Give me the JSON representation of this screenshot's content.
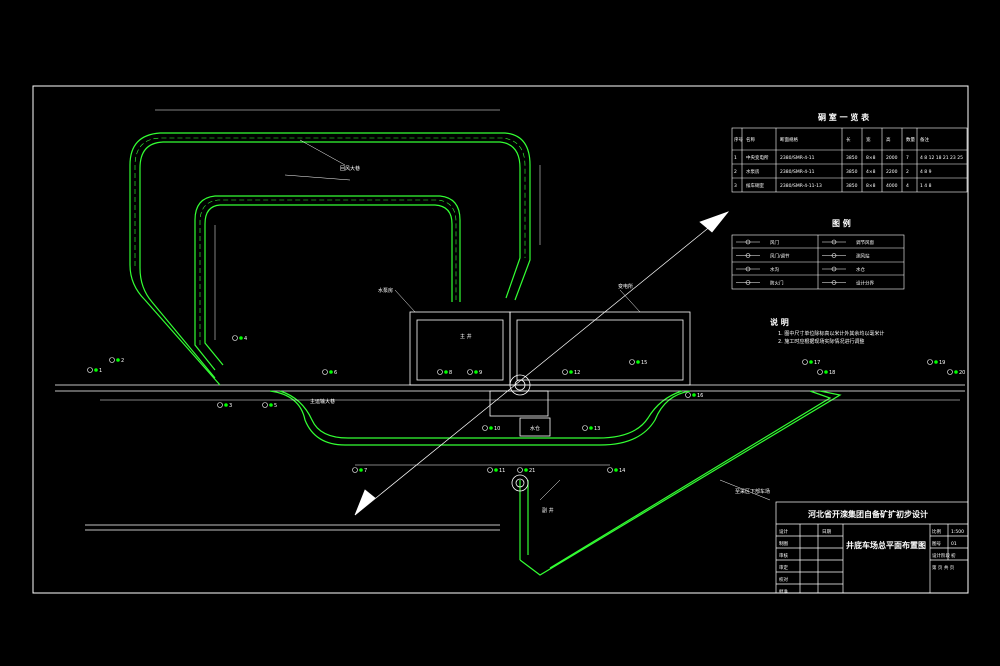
{
  "title_block": {
    "project": "河北省开滦集团自备矿扩初步设计",
    "drawing_title": "井底车场总平面布置图",
    "row_labels": [
      "设计",
      "制图",
      "审核",
      "审定",
      "校对",
      "批准"
    ],
    "col_date": "日期",
    "right_labels": [
      "比例",
      "图号",
      "设计阶段",
      "第 页 共 页"
    ],
    "right_values": [
      "1:500",
      "01",
      "初",
      ""
    ]
  },
  "roadway_table": {
    "title": "硐 室 一 览 表",
    "headers": [
      "序号",
      "名称",
      "断面规格",
      "长",
      "宽",
      "高",
      "数量",
      "备注"
    ],
    "rows": [
      [
        "1",
        "中央变电所",
        "2380/SMR-4-11",
        "3850",
        "8×8",
        "2000",
        "7",
        "4 8 12 18 21 23 25"
      ],
      [
        "2",
        "水泵房",
        "2380/SMR-4-11",
        "3850",
        "4×8",
        "2200",
        "2",
        "4 8 9"
      ],
      [
        "3",
        "候车硐室",
        "2380/SMR-4-11-13",
        "3850",
        "8×8",
        "4000",
        "4",
        "1 4 8"
      ]
    ]
  },
  "legend": {
    "title": "图 例",
    "items": [
      "风门",
      "调节风窗",
      "风门/调节",
      "测风站",
      "水沟",
      "水仓",
      "防火门",
      "设计分界"
    ]
  },
  "notes": {
    "title": "说 明",
    "lines": [
      "1. 图中尺寸单位除标高以米计外其余均以毫米计",
      "2. 施工时应根据现场实际情况进行调整"
    ]
  },
  "labels": {
    "main_shaft": "主 井",
    "aux_shaft": "副 井",
    "sump": "水仓",
    "pump_room": "水泵房",
    "substation": "变电所",
    "main_track": "主运输大巷",
    "return_airway": "回风大巷",
    "to_panel": "至采区下部车场"
  },
  "stations": [
    "1",
    "2",
    "3",
    "4",
    "5",
    "6",
    "7",
    "8",
    "9",
    "10",
    "11",
    "12",
    "13",
    "14",
    "15",
    "16",
    "17",
    "18",
    "19",
    "20",
    "21"
  ],
  "colors": {
    "background": "#000000",
    "line": "#ffffff",
    "roadway": "#33ff33",
    "accent": "#00ff00"
  }
}
